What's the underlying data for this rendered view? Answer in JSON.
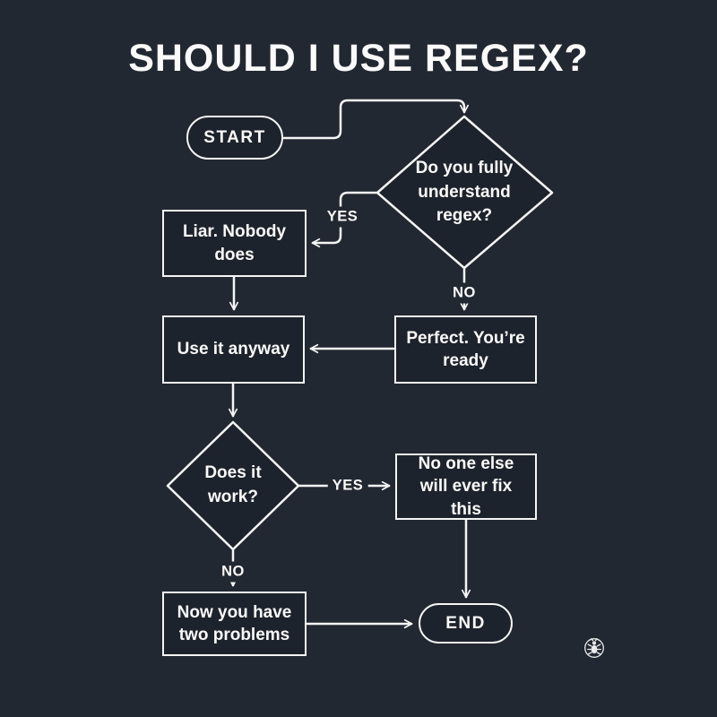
{
  "theme": {
    "background": "#222831",
    "node_fill": "#1d232c",
    "stroke": "#f4f5f6",
    "text": "#fafafa"
  },
  "page": {
    "title": "SHOULD I USE REGEX?"
  },
  "nodes": {
    "start": {
      "label": "START",
      "type": "terminal"
    },
    "q_understand": {
      "label": "Do you fully understand regex?",
      "type": "decision"
    },
    "liar": {
      "label": "Liar. Nobody does",
      "type": "process"
    },
    "use_anyway": {
      "label": "Use it anyway",
      "type": "process"
    },
    "perfect": {
      "label": "Perfect. You’re ready",
      "type": "process"
    },
    "q_work": {
      "label": "Does it work?",
      "type": "decision"
    },
    "no_one_else": {
      "label": "No one else will ever fix this",
      "type": "process"
    },
    "two_problems": {
      "label": "Now you have two problems",
      "type": "process"
    },
    "end": {
      "label": "END",
      "type": "terminal"
    }
  },
  "edge_labels": {
    "understand_yes": "YES",
    "understand_no": "NO",
    "work_yes": "YES",
    "work_no": "NO"
  },
  "watermark": {
    "icon": "bug-icon"
  }
}
